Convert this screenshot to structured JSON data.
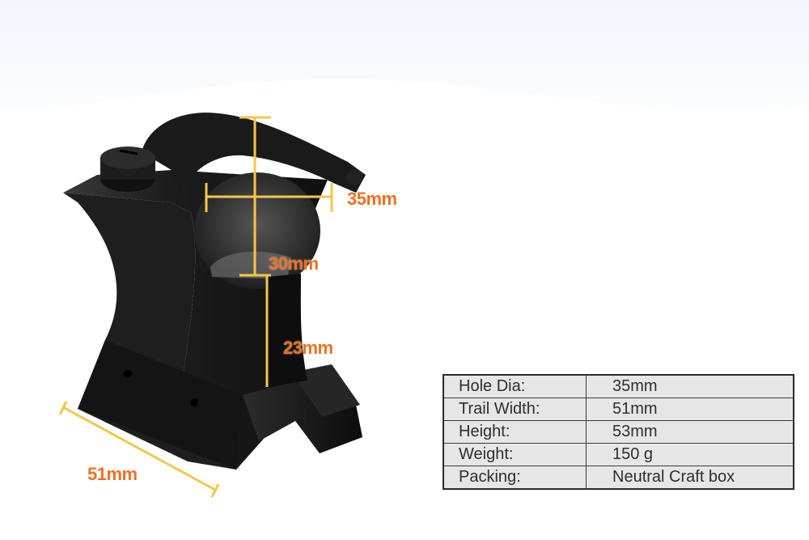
{
  "labels": {
    "hole_diameter": "35mm",
    "upper_height": "30mm",
    "lower_height": "23mm",
    "base_width": "51mm"
  },
  "specs": [
    {
      "key": "Hole Dia:",
      "value": "35mm"
    },
    {
      "key": "Trail Width:",
      "value": "51mm"
    },
    {
      "key": "Height:",
      "value": "53mm"
    },
    {
      "key": "Weight:",
      "value": "150 g"
    },
    {
      "key": "Packing:",
      "value": "Neutral Craft box"
    }
  ],
  "colors": {
    "dimension_label": "#f07020",
    "dimension_line": "#f2c84a",
    "table_bg": "#e6e6e6",
    "mount_body": "#1a1a1a"
  }
}
